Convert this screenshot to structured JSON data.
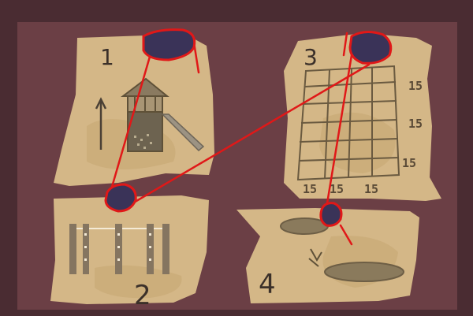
{
  "map": {
    "panels": [
      {
        "id": "panel-1",
        "number": "1",
        "content": "playground tower with slide"
      },
      {
        "id": "panel-2",
        "number": "2",
        "content": "row of posts with bars"
      },
      {
        "id": "panel-3",
        "number": "3",
        "content": "grid of squares"
      },
      {
        "id": "panel-4",
        "number": "4",
        "content": "dig holes"
      }
    ],
    "grid_labels": {
      "right": [
        "15",
        "15",
        "15"
      ],
      "bottom": [
        "15",
        "15",
        "15"
      ]
    }
  },
  "markers": [
    {
      "name": "marker-panel-1"
    },
    {
      "name": "marker-panel-2"
    },
    {
      "name": "marker-panel-3"
    },
    {
      "name": "marker-panel-4"
    }
  ],
  "colors": {
    "background": "#4a2c32",
    "board": "#6b3f45",
    "parchment": "#d4b787",
    "ink": "#5f5138",
    "marker_fill": "#3a3358",
    "marker_outline": "#e01818",
    "line": "#e01818"
  }
}
